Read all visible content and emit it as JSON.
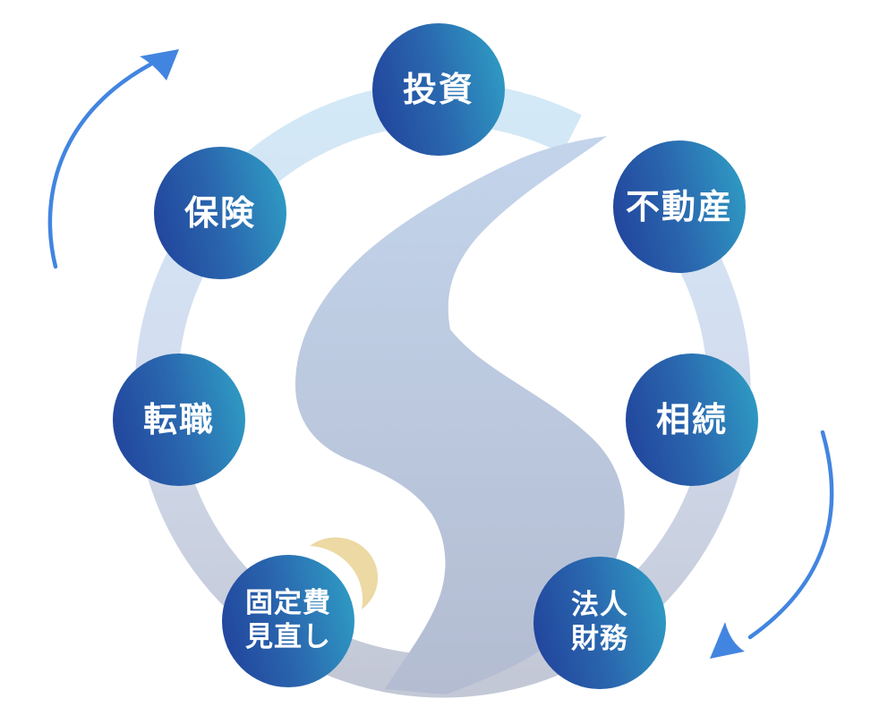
{
  "diagram": {
    "type": "circular-cycle-diagram",
    "nodes": [
      {
        "id": "investment",
        "label": "投資",
        "lines": [
          "投資"
        ]
      },
      {
        "id": "real-estate",
        "label": "不動産",
        "lines": [
          "不動産"
        ]
      },
      {
        "id": "inheritance",
        "label": "相続",
        "lines": [
          "相続"
        ]
      },
      {
        "id": "corporate-finance",
        "label": "法人財務",
        "lines": [
          "法人",
          "財務"
        ]
      },
      {
        "id": "fixed-cost-review",
        "label": "固定費見直し",
        "lines": [
          "固定費",
          "見直し"
        ]
      },
      {
        "id": "job-change",
        "label": "転職",
        "lines": [
          "転職"
        ]
      },
      {
        "id": "insurance",
        "label": "保険",
        "lines": [
          "保険"
        ]
      }
    ],
    "icons": {
      "arrow_top_left": "curved-arrow-up-right-icon",
      "arrow_bottom_right": "curved-arrow-down-left-icon",
      "watermark": "s-river-ring-logo-watermark",
      "crescent": "gold-crescent-moon-icon"
    },
    "colors": {
      "node_gradient_start": "#20409a",
      "node_gradient_mid": "#2a66ae",
      "node_gradient_end": "#2fa2c6",
      "node_text": "#ffffff",
      "arrow_blue": "#4285e0",
      "ring_top": "#d3e9f7",
      "ring_bottom": "#c3c8d6",
      "s_shape_top": "#c3d4eb",
      "s_shape_bottom": "#b3bcd1",
      "crescent_gold": "#ecd9a4",
      "background": "#ffffff"
    }
  }
}
